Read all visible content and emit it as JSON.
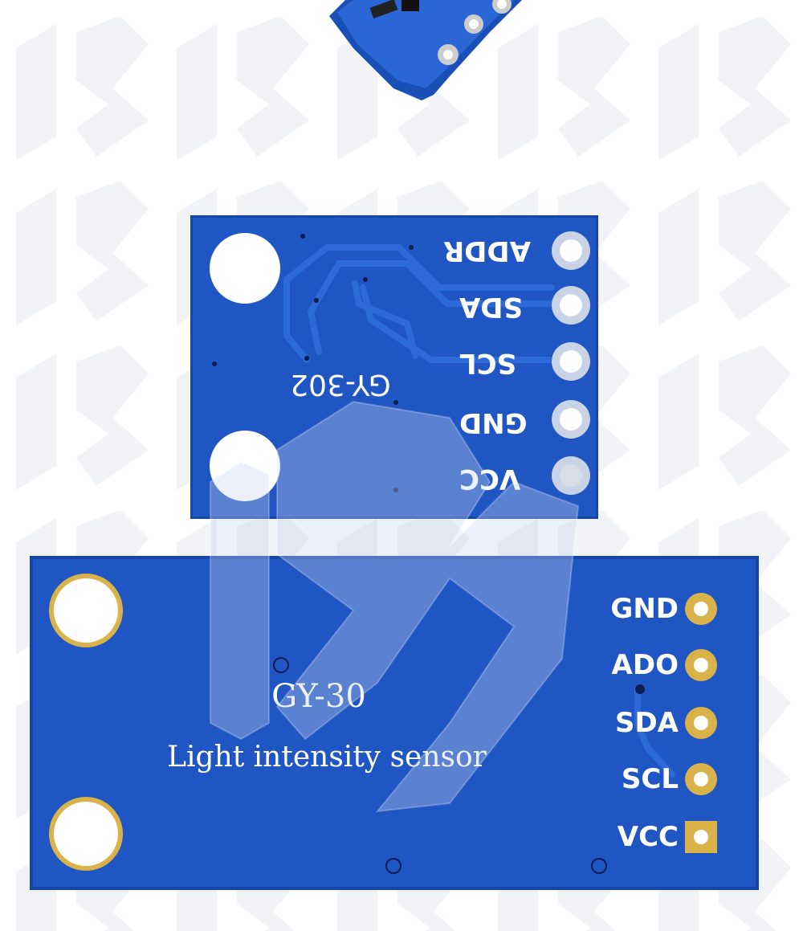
{
  "top_board": {
    "model_text": "GY-302",
    "pins": [
      "ADDR",
      "SDA",
      "SCL",
      "GND",
      "VCC"
    ]
  },
  "bottom_board": {
    "title": "GY-30",
    "subtitle": "Light intensity sensor",
    "pins": [
      "GND",
      "ADO",
      "SDA",
      "SCL",
      "VCC"
    ]
  },
  "colors": {
    "pcb": "#1f56c4",
    "pcb_edge": "#1846a8",
    "silk": "#ffffff",
    "gold": "#d9b24a",
    "background": "#ffffff",
    "watermark": "#eef1f6"
  }
}
